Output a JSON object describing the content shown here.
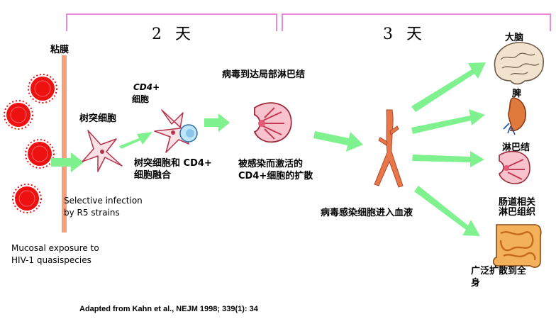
{
  "timeline": {
    "day_label_1": "2 天",
    "day_label_2": "3 天"
  },
  "labels": {
    "mucosa": "粘膜",
    "dendritic_cell": "树突细胞",
    "cd4_line1": "CD4+",
    "cd4_line2": "细胞",
    "fusion_line1": "树突细胞和 CD4+",
    "fusion_line2": "细胞融合",
    "virus_to_lymph": "病毒到达局部淋巴结",
    "activated_line1": "被感染而激活的",
    "activated_line2": "CD4+细胞的扩散",
    "blood_entry": "病毒感染细胞进入血液",
    "brain": "大脑",
    "spleen": "脾",
    "lymph_node": "淋巴结",
    "gut_line1": "肠道相关",
    "gut_line2": "淋巴组织",
    "spread_line1": "广泛扩散到全",
    "spread_line2": "身"
  },
  "notes": {
    "selective_line1": "Selective infection",
    "selective_line2": "by R5 strains",
    "mucosal_line1": "Mucosal exposure to",
    "mucosal_line2": "HIV-1 quasispecies",
    "citation": "Adapted from Kahn et al., NEJM 1998; 339(1): 34"
  },
  "colors": {
    "bracket": "#e88ad9",
    "mucosa_bar": "#f4a07a",
    "virus": "#ee1111",
    "arrow": "#7ff28f",
    "vessel": "#e8784a"
  }
}
